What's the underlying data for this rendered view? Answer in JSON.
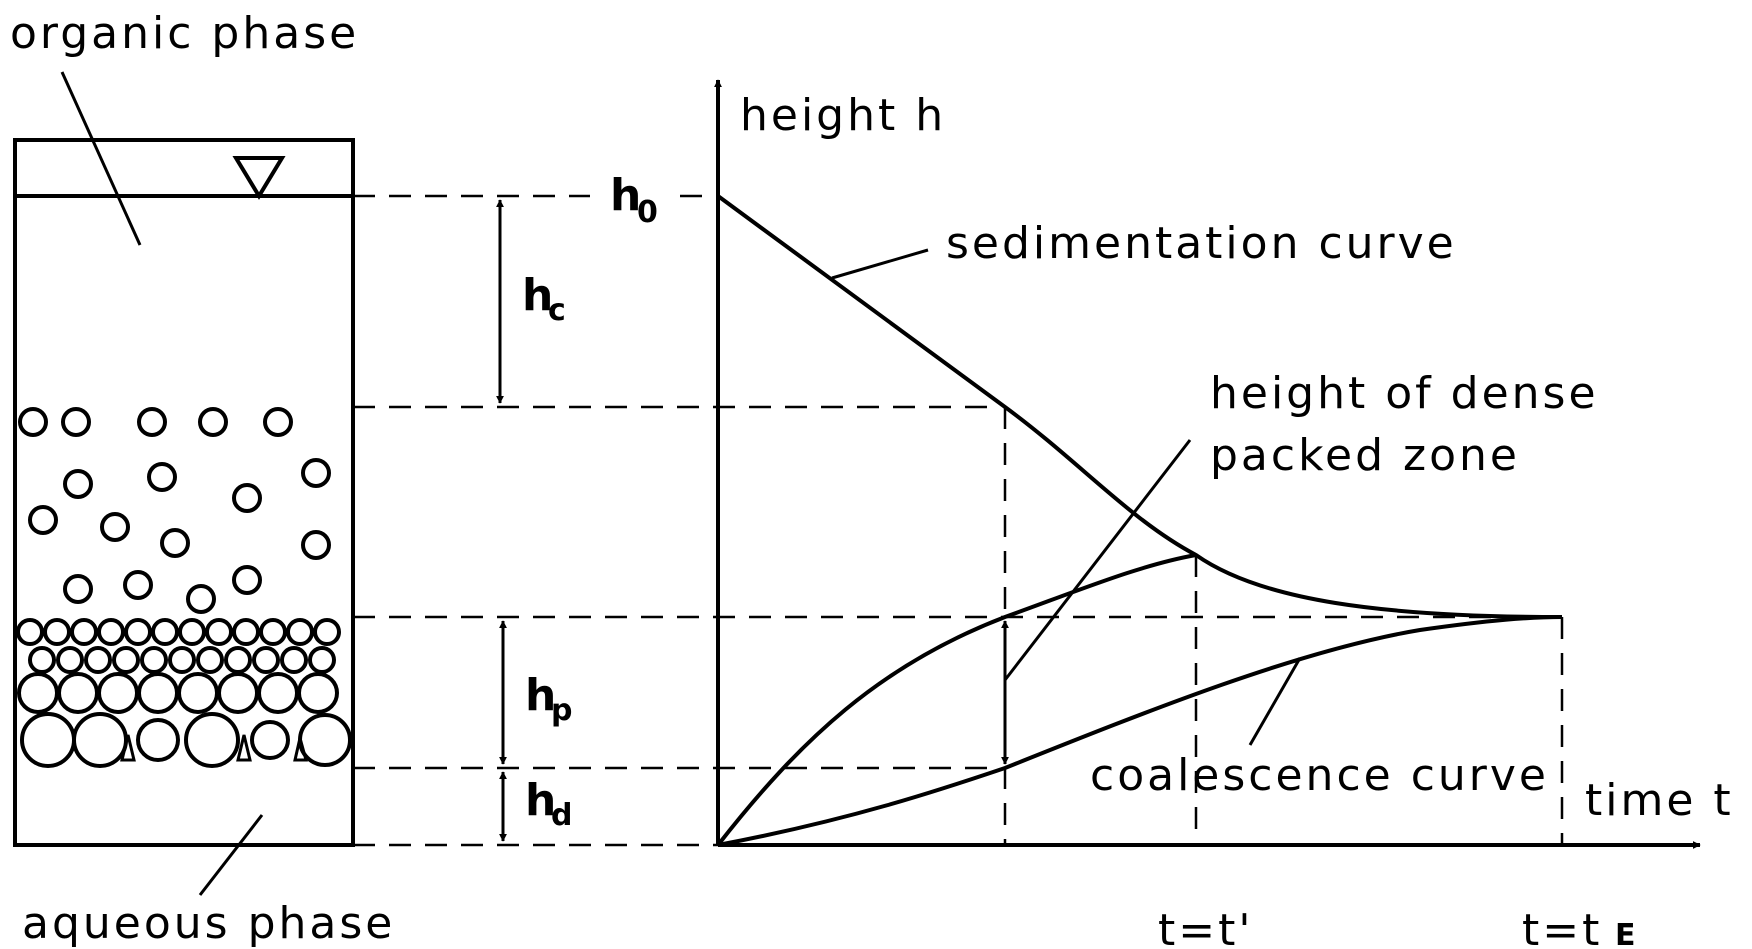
{
  "column": {
    "organic_phase_label": "organic phase",
    "aqueous_phase_label": "aqueous phase"
  },
  "dimensions": {
    "hc": "h",
    "hc_sub": "c",
    "hp": "h",
    "hp_sub": "p",
    "hd": "h",
    "hd_sub": "d"
  },
  "graph": {
    "y_axis_label": "height h",
    "x_axis_label": "time t",
    "h0": "h",
    "h0_sub": "0",
    "sedimentation_label": "sedimentation curve",
    "dense_zone_label_line1": "height of dense",
    "dense_zone_label_line2": "packed zone",
    "coalescence_label": "coalescence curve",
    "t_prime_label": "t=t'",
    "t_end_label": "t=t",
    "t_end_sub": "E"
  }
}
